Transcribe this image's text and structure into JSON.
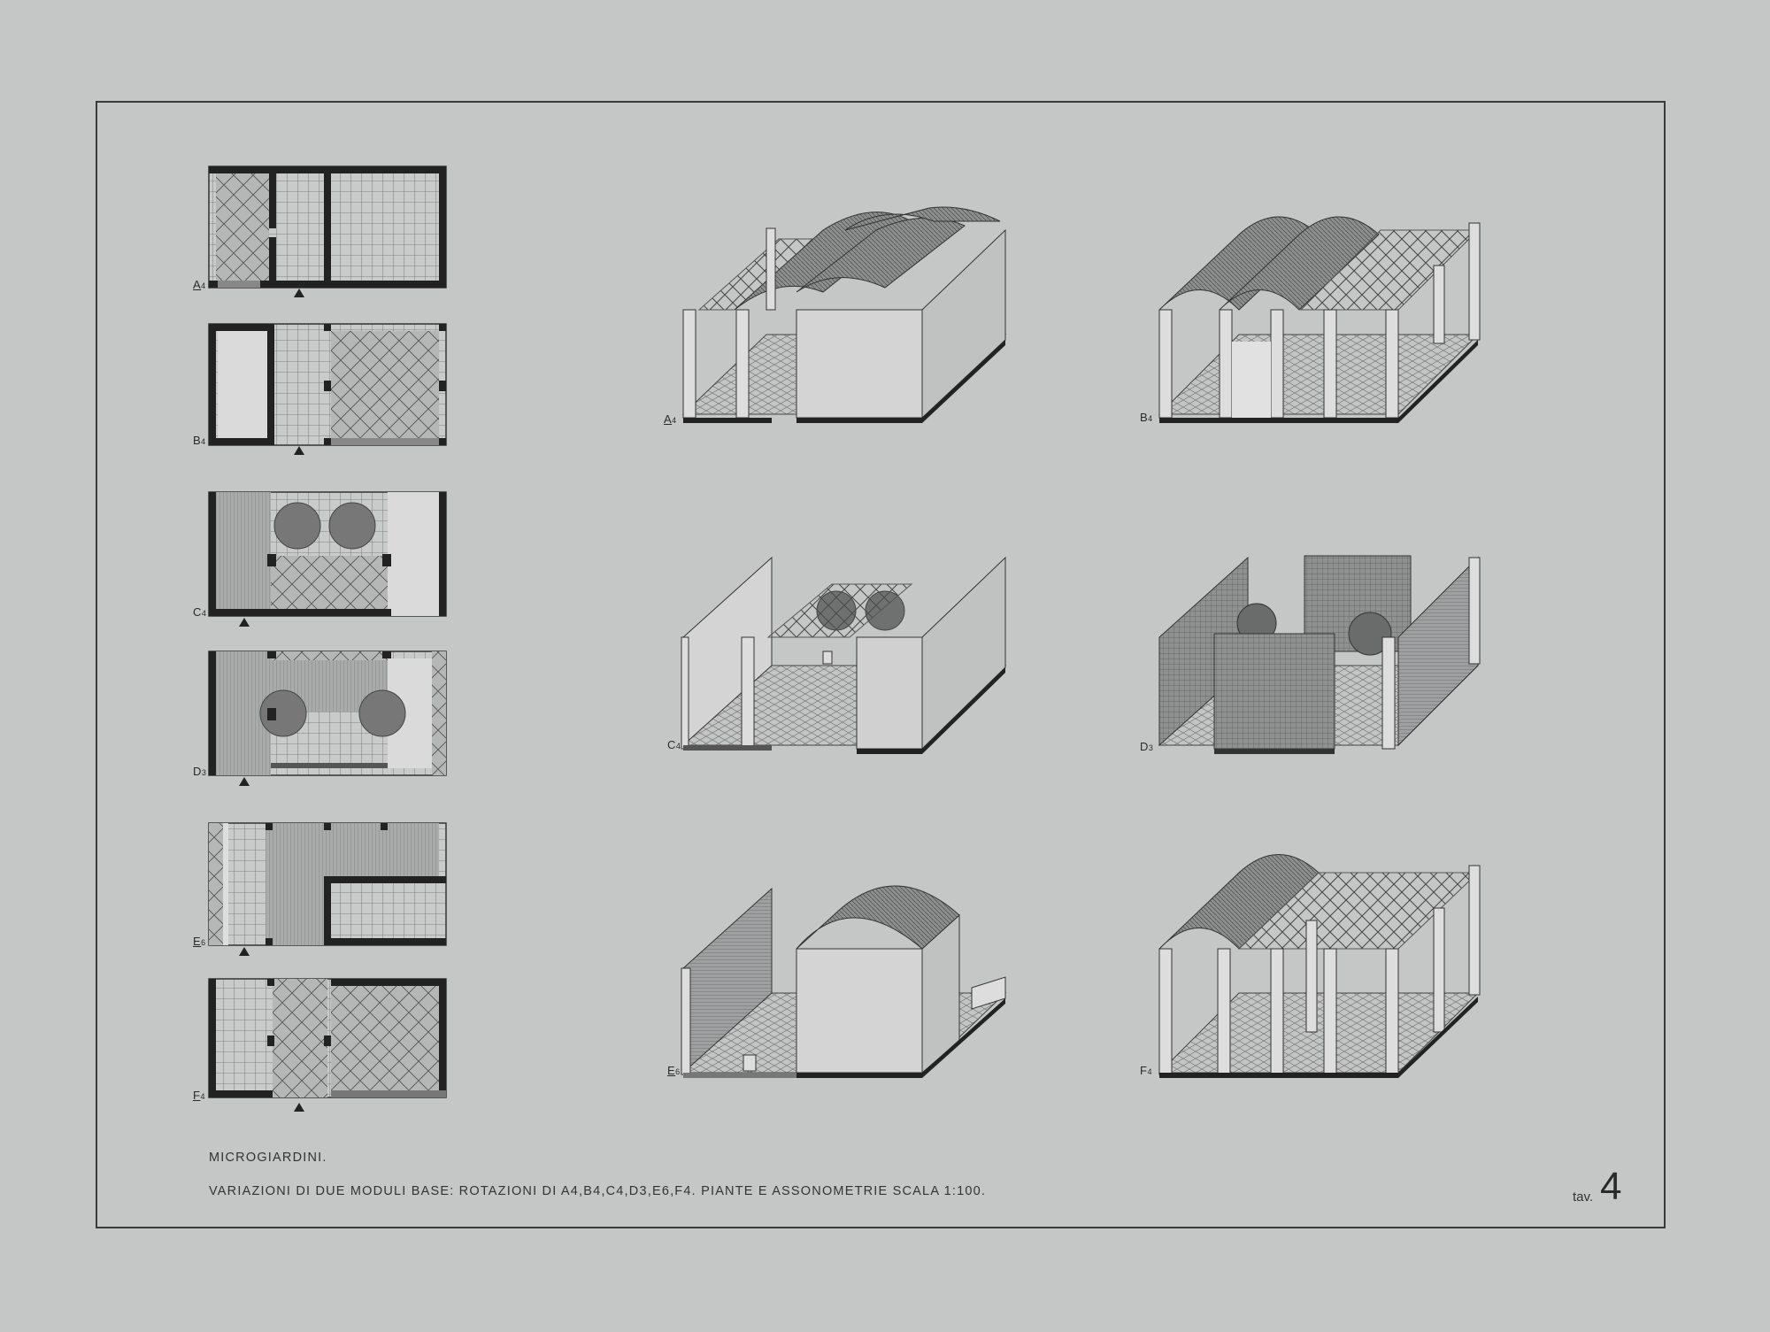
{
  "plan_labels": [
    {
      "letter": "A",
      "sub": "4"
    },
    {
      "letter": "B",
      "sub": "4"
    },
    {
      "letter": "C",
      "sub": "4"
    },
    {
      "letter": "D",
      "sub": "3"
    },
    {
      "letter": "E",
      "sub": "6"
    },
    {
      "letter": "F",
      "sub": "4"
    }
  ],
  "axo_labels": [
    {
      "letter": "A",
      "sub": "4"
    },
    {
      "letter": "B",
      "sub": "4"
    },
    {
      "letter": "C",
      "sub": "4"
    },
    {
      "letter": "D",
      "sub": "3"
    },
    {
      "letter": "E",
      "sub": "6"
    },
    {
      "letter": "F",
      "sub": "4"
    }
  ],
  "caption": {
    "title": "MICROGIARDINI.",
    "subtitle": "VARIAZIONI DI DUE MODULI BASE: ROTAZIONI DI A4,B4,C4,D3,E6,F4. PIANTE E ASSONOMETRIE SCALA 1:100."
  },
  "sheet": {
    "tav_label": "tav.",
    "tav_number": "4"
  }
}
